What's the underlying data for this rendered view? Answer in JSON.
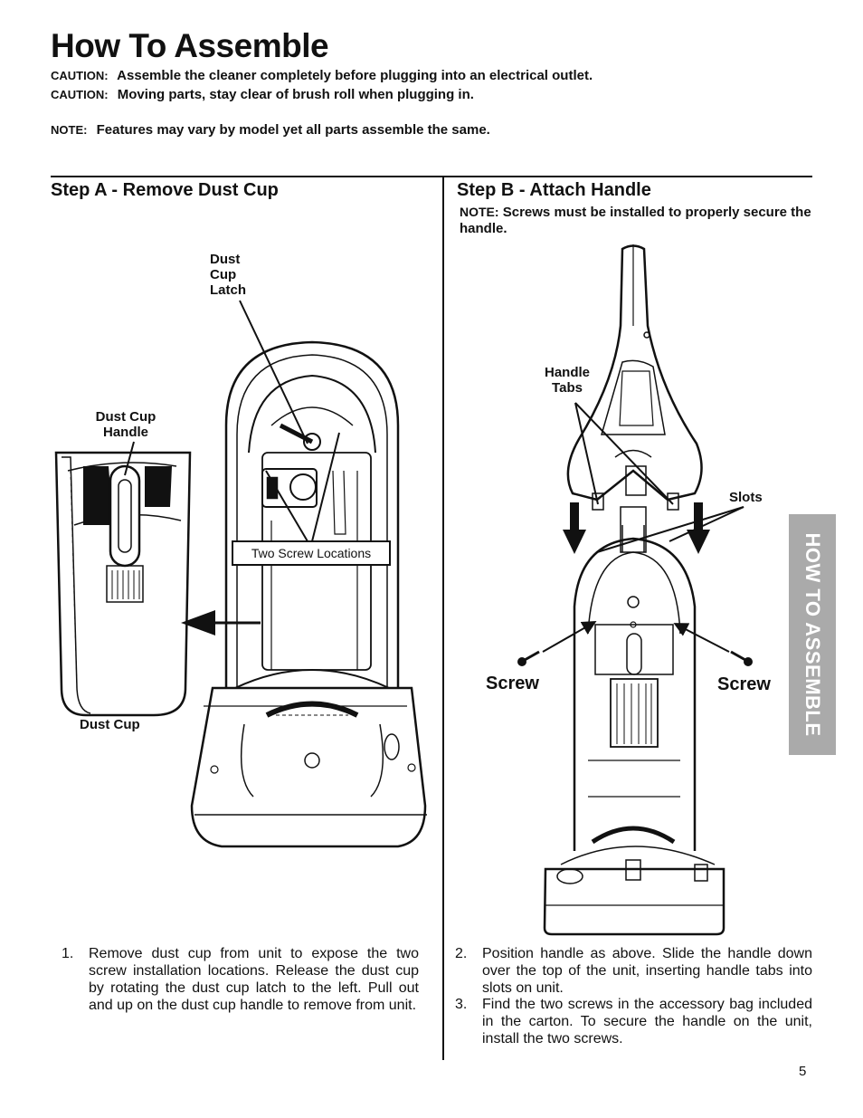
{
  "title": "How To Assemble",
  "notes": [
    {
      "tag": "CAUTION:",
      "text": "Assemble the cleaner completely before plugging into an electrical outlet."
    },
    {
      "tag": "CAUTION:",
      "text": "Moving parts, stay clear of brush roll when plugging in."
    },
    {
      "tag": "NOTE:",
      "text": "Features may vary by model yet all parts assemble the same."
    }
  ],
  "step_a": {
    "title": "Step A - Remove Dust Cup",
    "labels": {
      "latch": "Dust Cup Latch",
      "handle": "Dust Cup Handle",
      "cup": "Dust Cup",
      "screw_locations": "Two Screw Locations"
    },
    "instruction_num": "1.",
    "instruction": "Remove dust cup from unit to expose the two screw installation locations. Release the dust cup by rotating the dust cup latch to the left. Pull out and up on the dust cup handle to remove from unit."
  },
  "step_b": {
    "title": "Step B - Attach Handle",
    "note_tag": "NOTE:",
    "note": "Screws must be installed to properly secure the handle.",
    "labels": {
      "handle_tabs": "Handle Tabs",
      "slots": "Slots",
      "screw_left": "Screw",
      "screw_right": "Screw"
    },
    "instructions": [
      {
        "num": "2.",
        "text": "Position handle as above. Slide the handle down over the top of the unit, inserting handle tabs into slots on unit."
      },
      {
        "num": "3.",
        "text": "Find the two screws in the accessory bag included in the carton. To secure the handle on the unit, install the two screws."
      }
    ]
  },
  "side_tab": "HOW TO ASSEMBLE",
  "page_number": "5"
}
